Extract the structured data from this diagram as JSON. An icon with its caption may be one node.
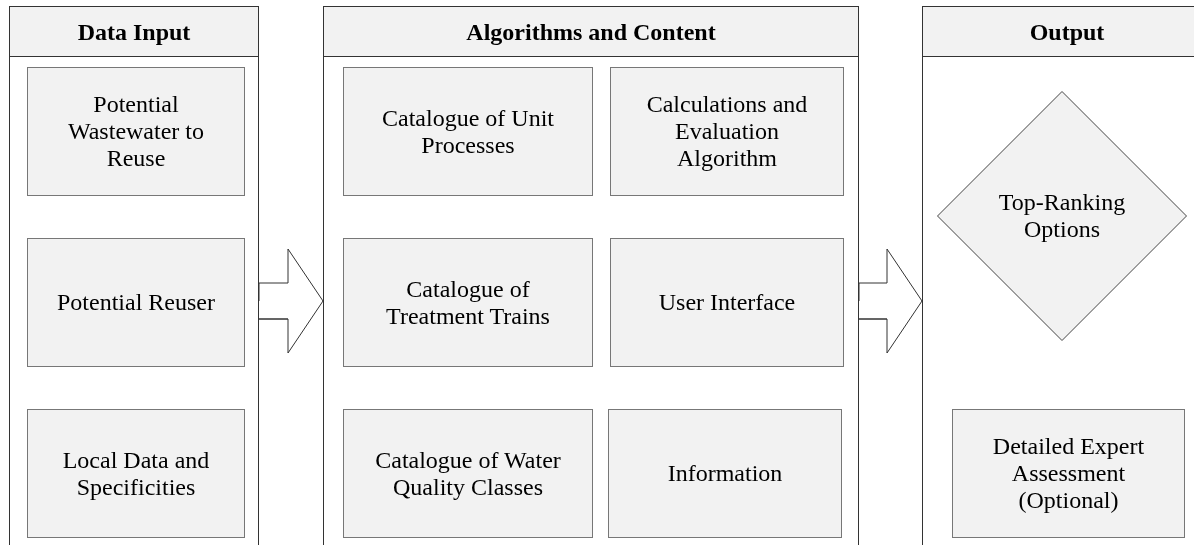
{
  "diagram": {
    "nodes": [
      {
        "text": [
          "Data Input"
        ]
      },
      {
        "text": [
          "Potential Wastewater to Reuse"
        ],
        "in": 0
      },
      {
        "text": [
          "Potential Reuser"
        ],
        "in": 0
      },
      {
        "text": [
          "Local Data and Specificities"
        ],
        "in": 0
      },
      {
        "text": [
          "Algorithms and Content"
        ]
      },
      {
        "text": [
          "Catalogue of Unit Processes"
        ],
        "in": 4
      },
      {
        "text": [
          "Calculations and Evaluation Algorithm"
        ],
        "in": 4
      },
      {
        "text": [
          "Catalogue of Treatment Trains"
        ],
        "in": 4
      },
      {
        "text": [
          "User Interface"
        ],
        "in": 4
      },
      {
        "text": [
          "Catalogue of Water Quality Classes"
        ],
        "in": 4
      },
      {
        "text": [
          "Information"
        ],
        "in": 4
      },
      {
        "text": [
          "Output"
        ]
      },
      {
        "text": [
          "Top-Ranking Options"
        ],
        "in": 11
      },
      {
        "text": [
          "Detailed Expert Assessment (Optional)"
        ],
        "in": 11
      }
    ],
    "edges": [
      {
        "from": 0,
        "to": 4,
        "arrow": "to"
      },
      {
        "from": 4,
        "to": 11,
        "arrow": "to"
      }
    ]
  }
}
